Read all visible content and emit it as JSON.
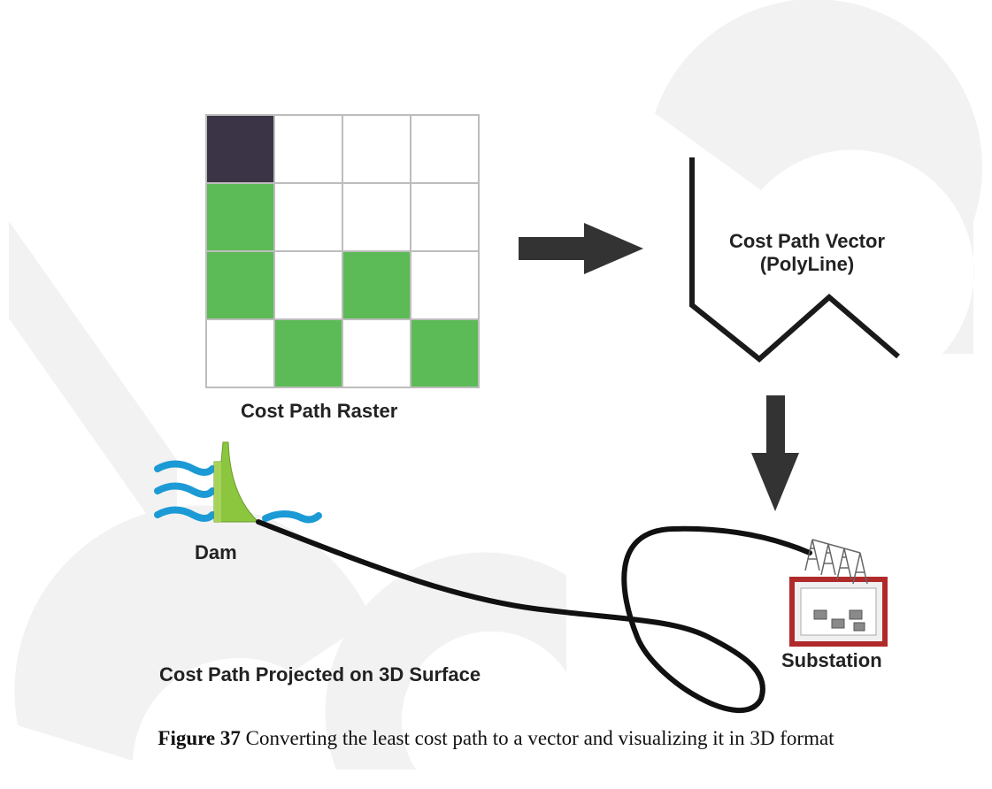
{
  "labels": {
    "raster": "Cost Path Raster",
    "vector_line1": "Cost Path Vector",
    "vector_line2": "(PolyLine)",
    "dam": "Dam",
    "substation": "Substation",
    "projected": "Cost Path Projected on 3D Surface"
  },
  "caption": {
    "number": "Figure 37",
    "text": " Converting the least cost path to a vector and visualizing it in 3D format"
  },
  "raster_grid": {
    "rows": 4,
    "cols": 4,
    "cells": [
      [
        "dark",
        "white",
        "white",
        "white"
      ],
      [
        "green",
        "white",
        "white",
        "white"
      ],
      [
        "green",
        "white",
        "green",
        "white"
      ],
      [
        "white",
        "green",
        "white",
        "green"
      ]
    ]
  },
  "colors": {
    "dark_cell": "#3b3346",
    "green_cell": "#5cbb56",
    "grid_line": "#bdbdbd",
    "arrow": "#333333",
    "path": "#111111",
    "water": "#1c9ad6",
    "dam": "#8cc63f",
    "substation_frame": "#b02a2a",
    "watermark": "#f1f1f1"
  }
}
